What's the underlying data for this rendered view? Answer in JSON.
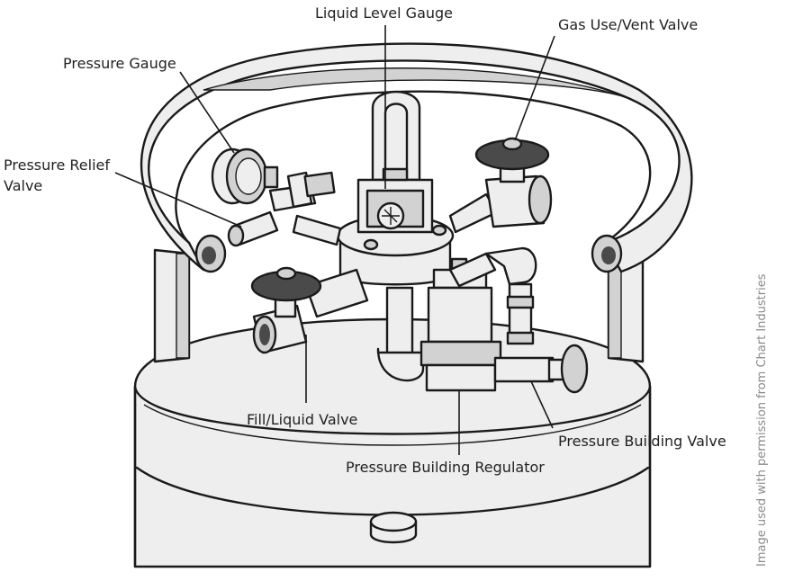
{
  "labels": {
    "liquid_level_gauge": "Liquid Level Gauge",
    "gas_use_vent_valve": "Gas Use/Vent Valve",
    "pressure_gauge": "Pressure Gauge",
    "pressure_relief_line1": "Pressure Relief",
    "pressure_relief_line2": "Valve",
    "fill_liquid_valve": "Fill/Liquid Valve",
    "pressure_building_valve": "Pressure Building Valve",
    "pressure_building_regulator": "Pressure Building Regulator"
  },
  "credit": "Image used with permission from Chart Industries"
}
